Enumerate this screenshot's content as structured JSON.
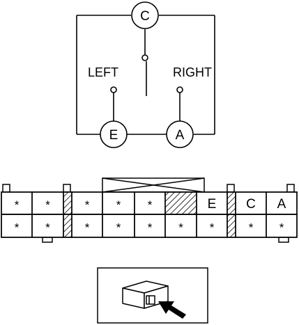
{
  "switch_diagram": {
    "left_label": "LEFT",
    "right_label": "RIGHT",
    "terminals": [
      {
        "id": "top",
        "label": "C"
      },
      {
        "id": "bottom-left",
        "label": "E"
      },
      {
        "id": "bottom-right",
        "label": "A"
      }
    ]
  },
  "connector": {
    "top_row": [
      "*",
      "*",
      "*",
      "*",
      "*",
      "",
      "E",
      "C",
      "A"
    ],
    "bottom_row": [
      "*",
      "*",
      "*",
      "*",
      "*",
      "*",
      "*",
      "*",
      "*"
    ]
  },
  "view_indicator": {
    "icons": [
      "connector-body-icon",
      "view-direction-arrow-icon"
    ]
  }
}
